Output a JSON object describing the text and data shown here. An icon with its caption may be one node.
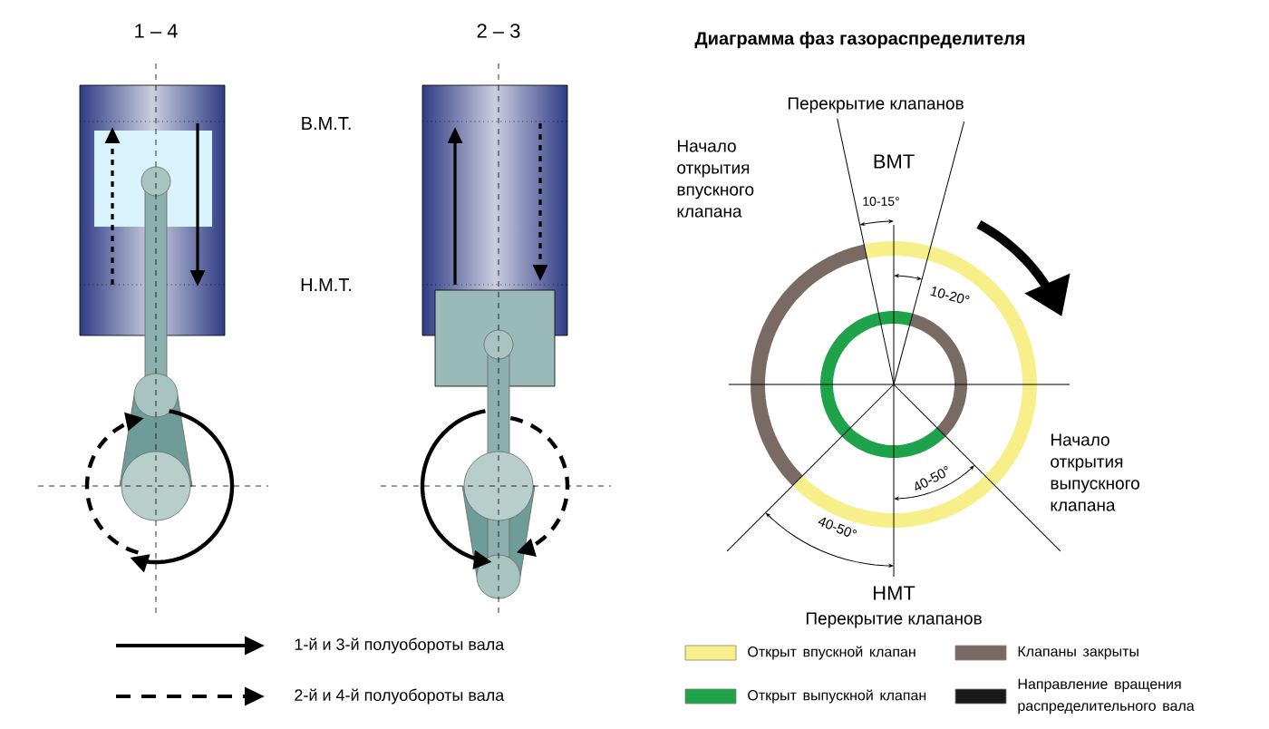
{
  "diagram": {
    "title": "Диаграмма фаз газораспределителя",
    "labels": [
      "1 – 4",
      "2 – 3",
      "В.М.Т.",
      "Н.М.Т.",
      "Перекрытие клапанов",
      "Начало открытия впускного клапана",
      "ВМТ",
      "10-15°",
      "10-20°",
      "Начало открытия выпускного клапана",
      "40-50°",
      "40-50°",
      "НМТ",
      "Перекрытие клапанов"
    ],
    "legend": [
      {
        "text": "1-й и 3-й полуобороты вала"
      },
      {
        "text": "2-й и 4-й полуобороты вала"
      },
      {
        "text": "Открыт впускной клапан",
        "color": "#f7f08a"
      },
      {
        "text": "Открыт выпускной клапан",
        "color": "#1ea24a"
      },
      {
        "text": "Клапаны закрыты",
        "color": "#7a6a64"
      },
      {
        "text": "Направление вращения распределительного вала",
        "color": "#1a1a1a"
      }
    ]
  }
}
